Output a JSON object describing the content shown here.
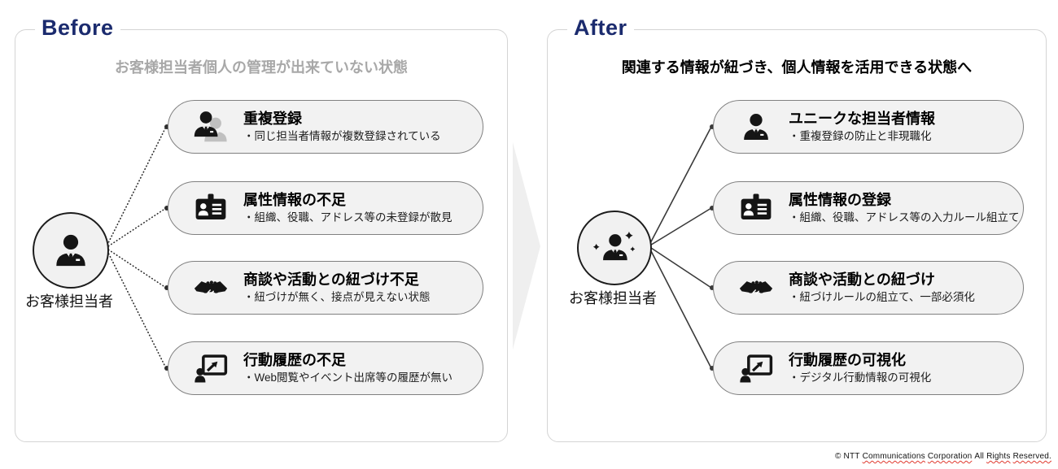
{
  "colors": {
    "accent_navy": "#1b2b6e",
    "muted_subtitle_grey": "#a8a8a8",
    "pill_fill": "#f2f2f2",
    "pill_border": "#808080",
    "panel_border": "#d4d4d4",
    "connector": "#2e2e2e",
    "transition_arrow_grey": "#efefef",
    "squiggle_red": "#e03a2f"
  },
  "before": {
    "label": "Before",
    "subtitle": "お客様担当者個人の管理が出来ていない状態",
    "connector_style": "dotted",
    "actor": {
      "label": "お客様担当者",
      "icon": "business-person-icon"
    },
    "items": [
      {
        "icon": "duplicate-person-icon",
        "title": "重複登録",
        "desc": "・同じ担当者情報が複数登録されている"
      },
      {
        "icon": "id-card-icon",
        "title": "属性情報の不足",
        "desc": "・組織、役職、アドレス等の未登録が散見"
      },
      {
        "icon": "handshake-icon",
        "title": "商談や活動との紐づけ不足",
        "desc": "・紐づけが無く、接点が見えない状態"
      },
      {
        "icon": "presentation-board-icon",
        "title": "行動履歴の不足",
        "desc": "・Web閲覧やイベント出席等の履歴が無い"
      }
    ]
  },
  "after": {
    "label": "After",
    "subtitle": "関連する情報が紐づき、個人情報を活用できる状態へ",
    "connector_style": "solid",
    "actor": {
      "label": "お客様担当者",
      "icon": "business-person-sparkle-icon"
    },
    "items": [
      {
        "icon": "business-person-icon",
        "title": "ユニークな担当者情報",
        "desc": "・重複登録の防止と非現職化"
      },
      {
        "icon": "id-card-icon",
        "title": "属性情報の登録",
        "desc": "・組織、役職、アドレス等の入力ルール組立て"
      },
      {
        "icon": "handshake-icon",
        "title": "商談や活動との紐づけ",
        "desc": "・紐づけルールの組立て、一部必須化"
      },
      {
        "icon": "presentation-board-icon",
        "title": "行動履歴の可視化",
        "desc": "・デジタル行動情報の可視化"
      }
    ]
  },
  "transition": {
    "icon": "right-arrow"
  },
  "footer": {
    "prefix": "© NTT",
    "w_communications": "Communications",
    "w_corporation": "Corporation",
    "w_all": "All",
    "w_rights": "Rights",
    "w_reserved": "Reserved."
  }
}
